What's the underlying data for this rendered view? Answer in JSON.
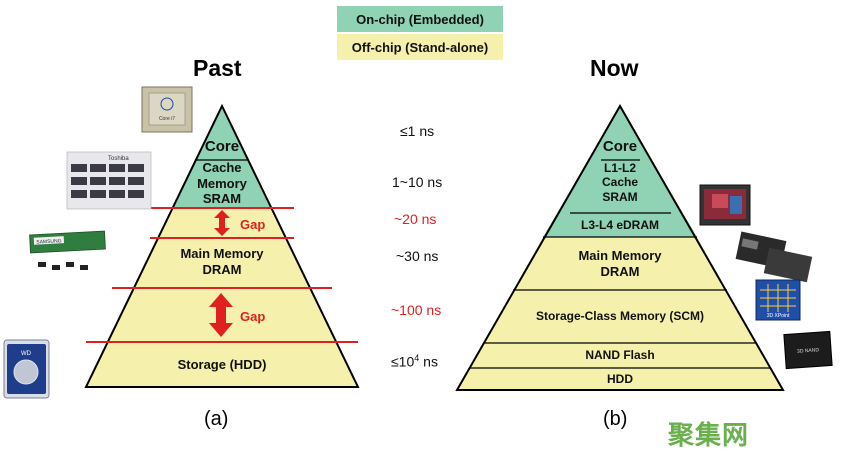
{
  "legend": {
    "on_chip": "On-chip (Embedded)",
    "off_chip": "Off-chip (Stand-alone)",
    "on_chip_color": "#8fd2b4",
    "off_chip_color": "#f5f0ac"
  },
  "past": {
    "title": "Past",
    "caption": "(a)",
    "core": "Core",
    "cache": "Cache\nMemory\nSRAM",
    "gap1": "Gap",
    "main": "Main Memory\nDRAM",
    "gap2": "Gap",
    "storage": "Storage (HDD)"
  },
  "now": {
    "title": "Now",
    "caption": "(b)",
    "core": "Core",
    "cache": "L1-L2\nCache\nSRAM",
    "edram": "L3-L4 eDRAM",
    "main": "Main Memory\nDRAM",
    "scm": "Storage-Class Memory (SCM)",
    "nand": "NAND Flash",
    "hdd": "HDD"
  },
  "latency": {
    "l1": "≤1 ns",
    "l2": "1~10 ns",
    "l3": "~20 ns",
    "l4": "~30 ns",
    "l5": "~100 ns",
    "l6_prefix": "≤10",
    "l6_sup": "4",
    "l6_suffix": " ns"
  },
  "photos": {
    "cpu_chip_label": "Core i7",
    "sram_chips_label": "Toshiba",
    "dram_module_label": "SAMSUNG",
    "hdd_label": "WD",
    "wafer_chip_label": "",
    "ssd_chips_label": "",
    "scm_chip_label": "3D XPoint",
    "nand_chip_label": "3D NAND"
  },
  "watermark": "聚集网",
  "colors": {
    "red": "#e02020",
    "green_fill": "#8fd2b4",
    "yellow_fill": "#f5f0ac",
    "outline": "#000000"
  }
}
